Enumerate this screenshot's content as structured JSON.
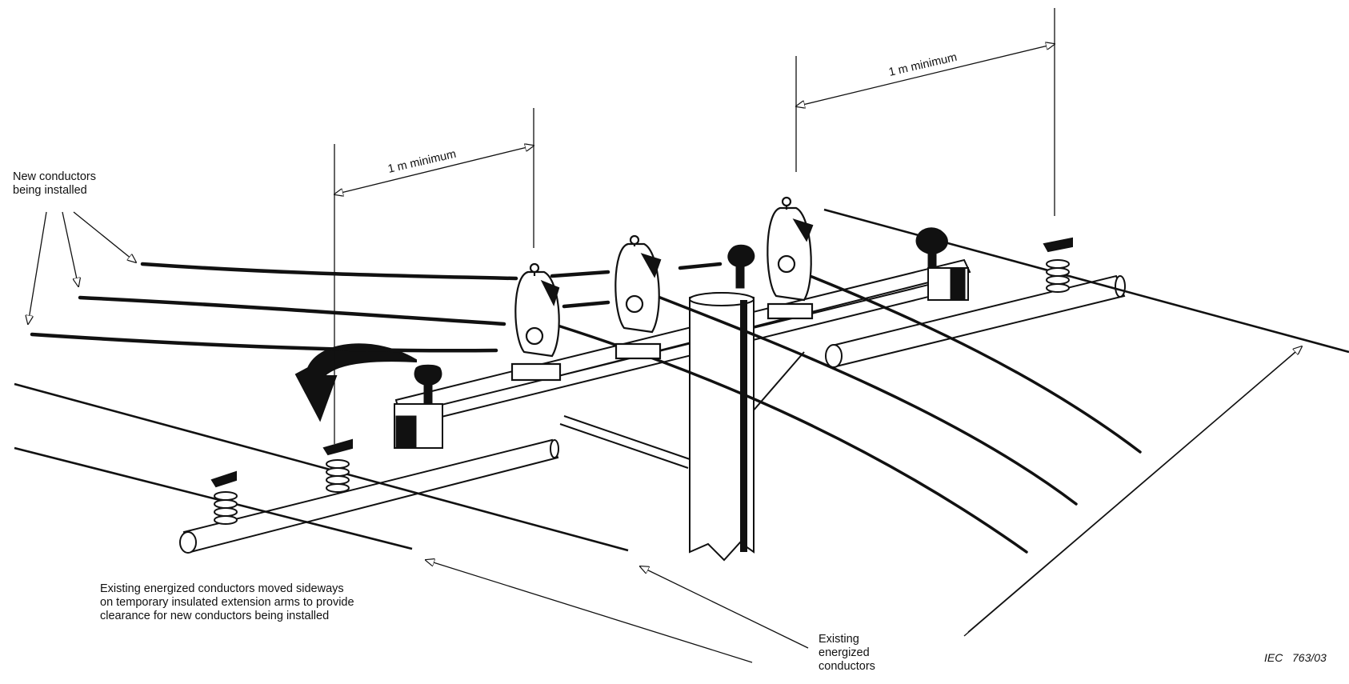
{
  "labels": {
    "new_conductors": [
      "New conductors",
      "being installed"
    ],
    "existing_moved": [
      "Existing energized conductors moved sideways",
      "on temporary insulated extension arms to provide",
      "clearance for new conductors being installed"
    ],
    "existing_energized": [
      "Existing",
      "energized",
      "conductors"
    ]
  },
  "dimensions": {
    "left_span": "1 m minimum",
    "right_span": "1 m minimum"
  },
  "reference": "IEC   763/03"
}
